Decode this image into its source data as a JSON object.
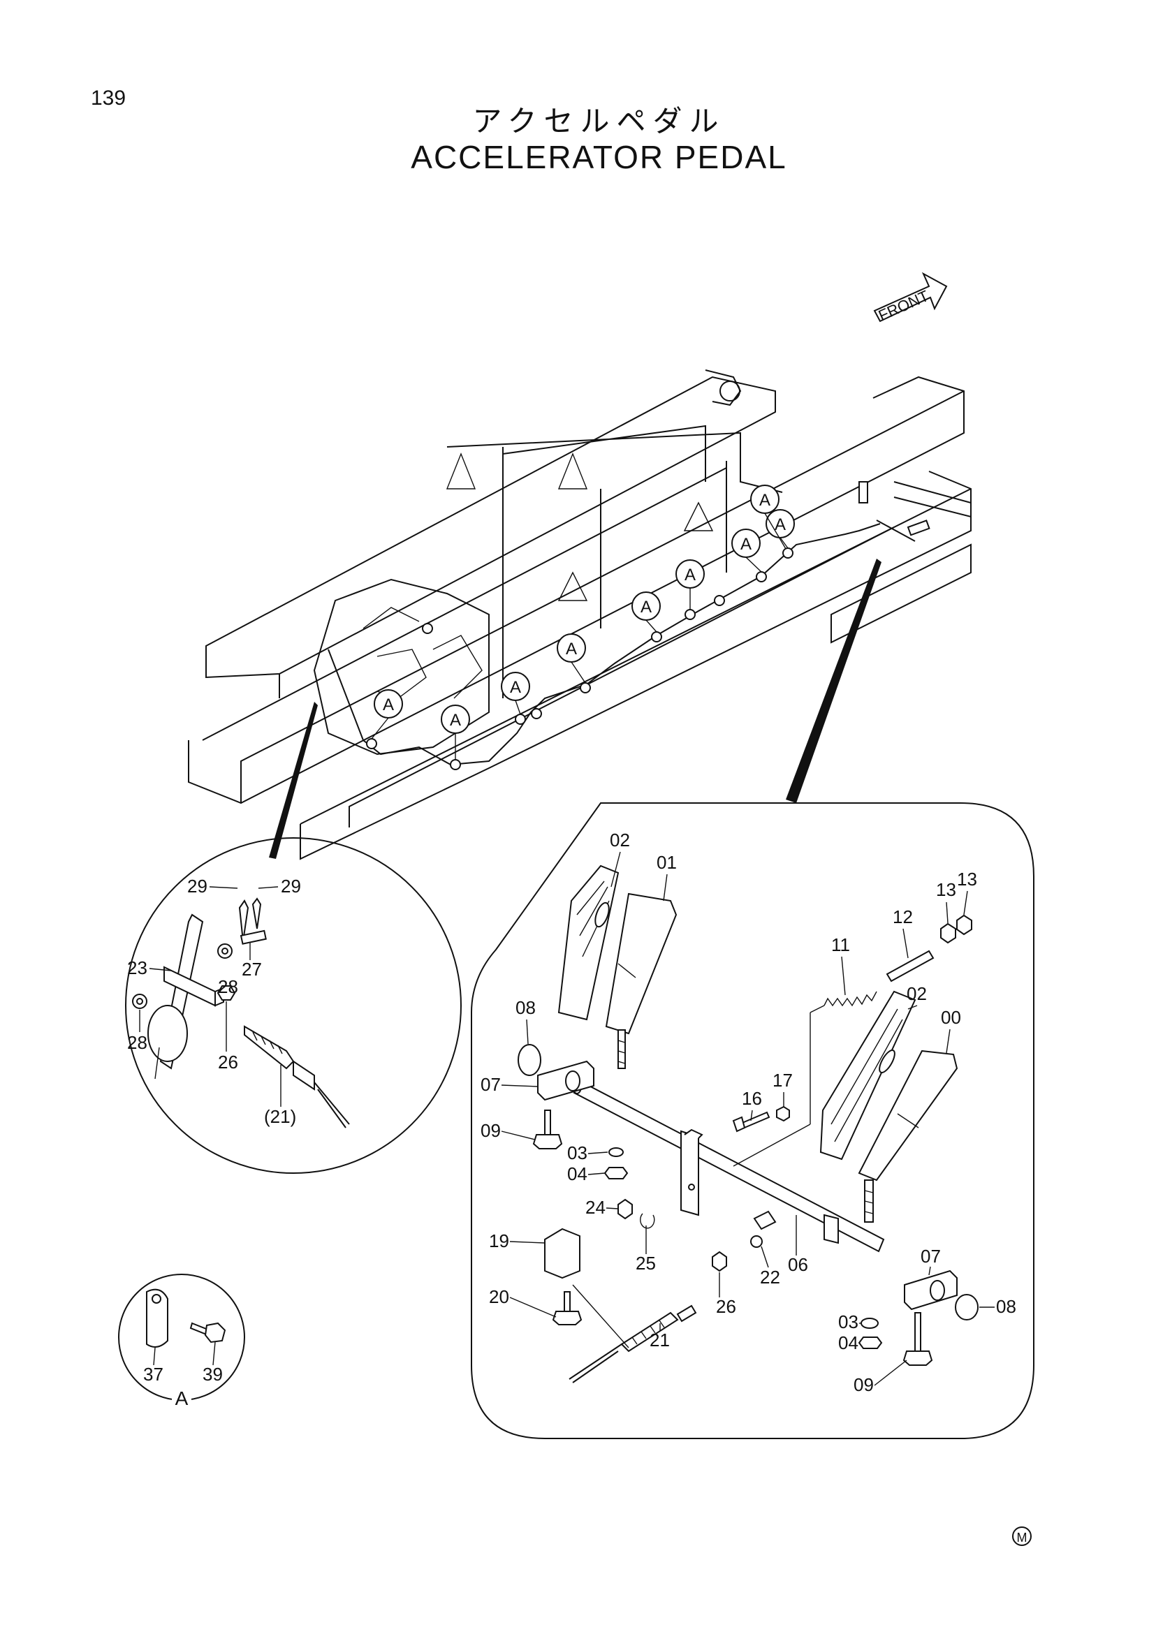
{
  "page": {
    "number": "139"
  },
  "title": {
    "japanese": "アクセルペダル",
    "english": "ACCELERATOR PEDAL"
  },
  "front_indicator": {
    "label": "FRONT"
  },
  "detail_marker": {
    "label": "A"
  },
  "corner_mark": {
    "label": "M"
  },
  "main_detail": {
    "labels": {
      "p02a": "02",
      "p01": "01",
      "p13a": "13",
      "p13b": "13",
      "p12": "12",
      "p11": "11",
      "p02b": "02",
      "p00": "00",
      "p08a": "08",
      "p17": "17",
      "p07a": "07",
      "p16": "16",
      "p09a": "09",
      "p03a": "03",
      "p04a": "04",
      "p24": "24",
      "p19": "19",
      "p25": "25",
      "p22": "22",
      "p06": "06",
      "p07b": "07",
      "p03b": "03",
      "p08b": "08",
      "p04b": "04",
      "p20": "20",
      "p26": "26",
      "p21": "21",
      "p09b": "09"
    }
  },
  "left_detail": {
    "labels": {
      "p29a": "29",
      "p29b": "29",
      "p23": "23",
      "p27": "27",
      "p28a": "28",
      "p28b": "28",
      "p26": "26",
      "p21": "(21)"
    }
  },
  "a_detail": {
    "labels": {
      "p37": "37",
      "p39": "39",
      "caption": "A"
    }
  }
}
